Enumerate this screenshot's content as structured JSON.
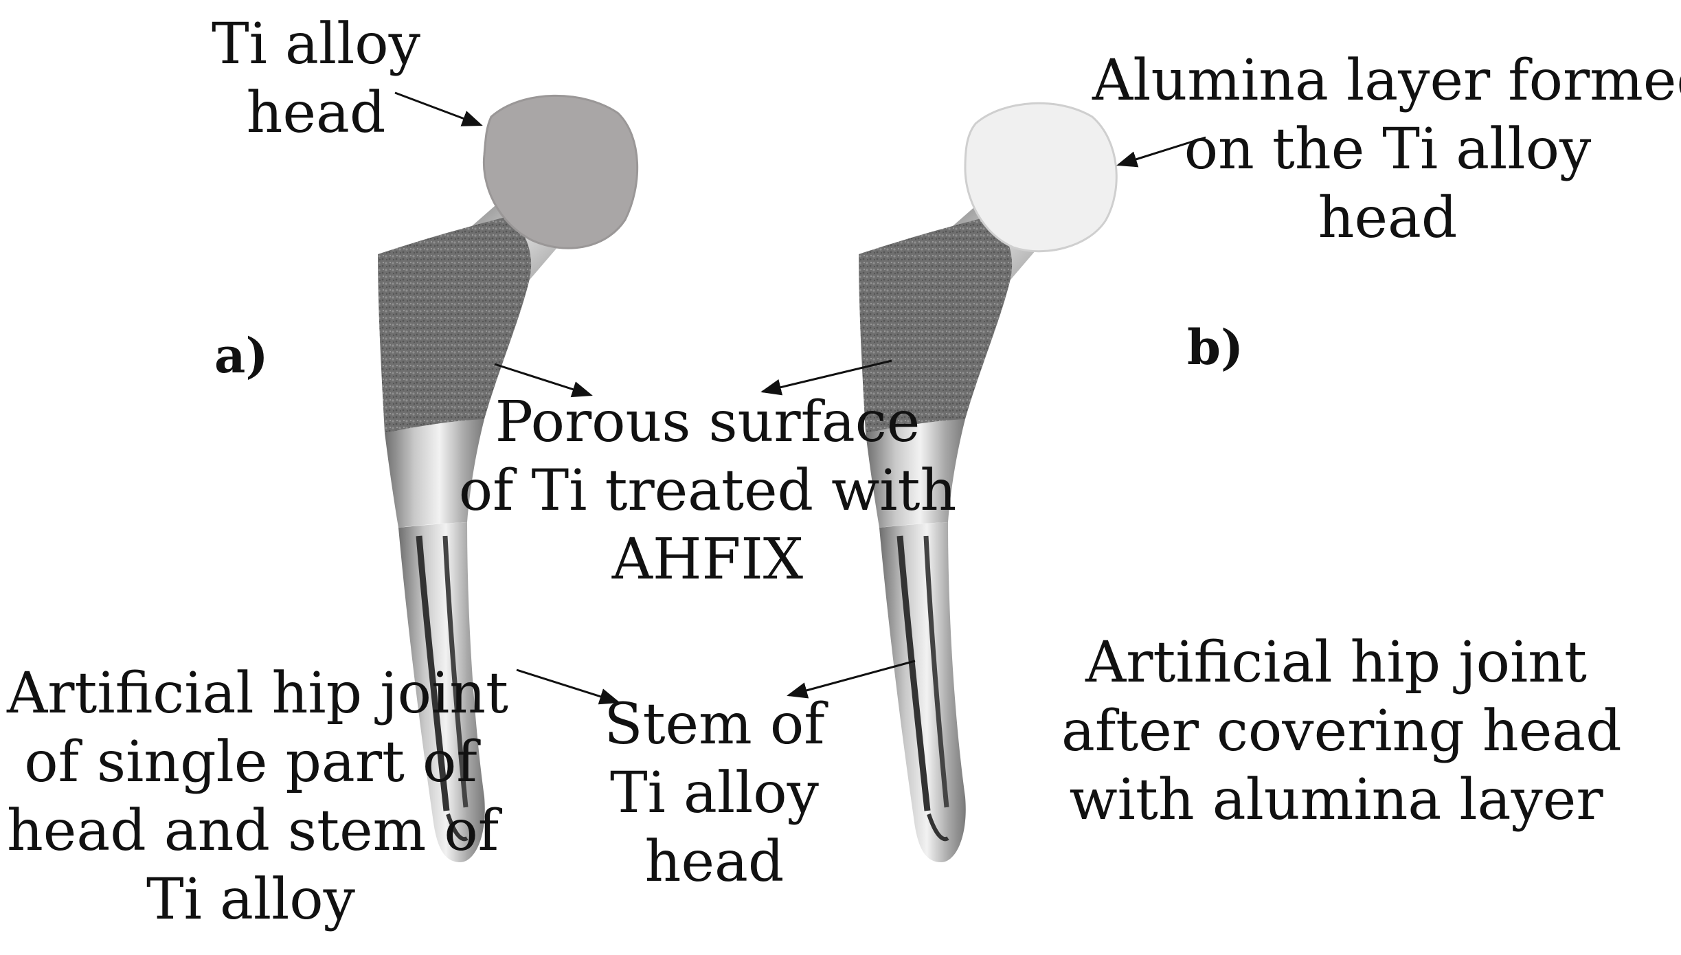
{
  "panels": {
    "a": "a)",
    "b": "b)"
  },
  "labels": {
    "ti_head": [
      "Ti alloy",
      "head"
    ],
    "alumina_layer": [
      "Alumina layer formed",
      "on the Ti alloy",
      "head"
    ],
    "porous_surface": [
      "Porous surface",
      "of Ti treated with",
      "AHFIX"
    ],
    "stem": [
      "Stem of",
      "Ti alloy",
      "head"
    ],
    "hip_joint_a": [
      "Artificial hip joint",
      "of single part of",
      "head and stem of",
      "Ti alloy"
    ],
    "hip_joint_b": [
      "Artificial hip joint",
      "after covering head",
      "with alumina layer"
    ]
  },
  "colors": {
    "ti_head": "#a9a6a6",
    "alumina_head": "#f0f0f0",
    "porous": "#6d6d6d",
    "stem_metal": "#8a8a8a",
    "arrow": "#111111"
  }
}
